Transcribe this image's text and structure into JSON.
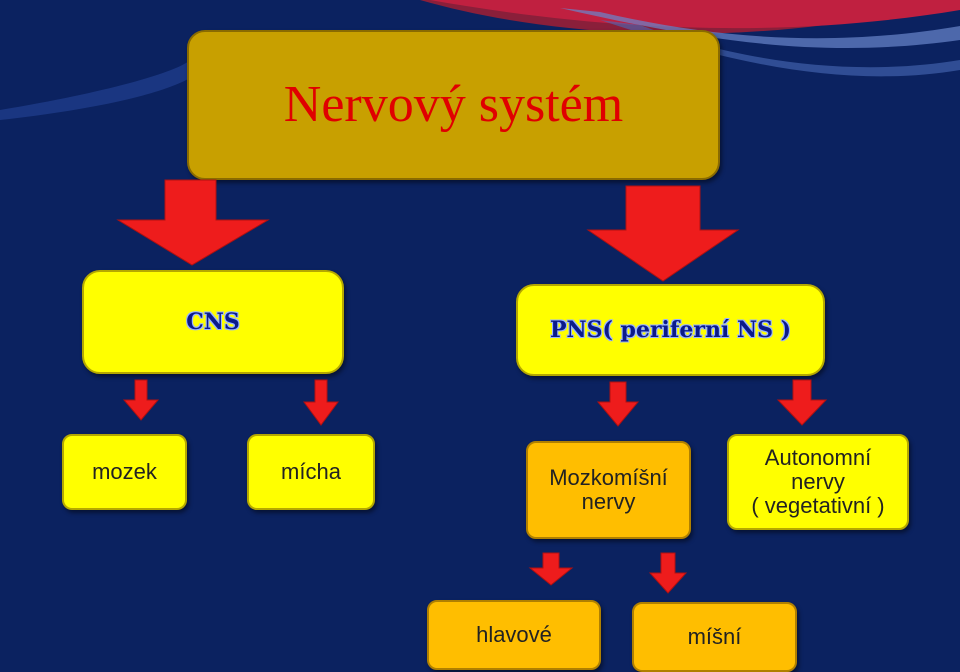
{
  "title": "Nervový systém",
  "level1": {
    "cns": "CNS",
    "pns": "PNS( periferní NS )"
  },
  "level2": {
    "mozek": "mozek",
    "micha": "mícha",
    "mozkomisni_line1": "Mozkomíšní",
    "mozkomisni_line2": "nervy",
    "autonomni_line1": "Autonomní",
    "autonomni_line2": "nervy",
    "autonomni_line3": "( vegetativní )"
  },
  "level3": {
    "hlavove": "hlavové",
    "misni": "míšní"
  },
  "colors": {
    "background": "#0b2260",
    "title_box": "#c8a000",
    "title_text": "#e00000",
    "yellow_box": "#ffff00",
    "orange_box": "#ffbe00",
    "arrow": "#ee1c1c"
  }
}
